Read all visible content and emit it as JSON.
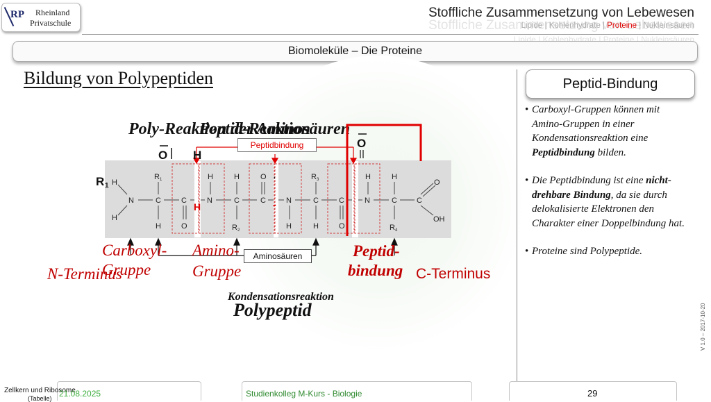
{
  "logo": {
    "initials": "RP",
    "name_line1": "Rheinland",
    "name_line2": "Privatschule"
  },
  "header": {
    "title": "Stoffliche Zusammensetzung von Lebewesen",
    "nav": [
      "Lipide",
      "Kohlenhydrate",
      "Proteine",
      "Nukleinsäuren"
    ],
    "nav_active": "Proteine",
    "separator": " | "
  },
  "banner": {
    "label": "Biomoleküle – Die Proteine"
  },
  "slide": {
    "heading": "Bildung von Polypeptiden",
    "overlap_title_a": "Poly-Reaktion der Aminosäuren",
    "overlap_title_b": "Peptid-Reaktion",
    "peptidbindung_tag": "Peptidbindung",
    "aminosaeuren_tag": "Aminosäuren",
    "red_h": "H",
    "red_dash": "-",
    "fragment_O": "O",
    "fragment_H": "H",
    "fragment_R1": "R",
    "fragment_R1_sub": "1",
    "labels": {
      "carboxyl": "Carboxyl-",
      "gruppe1": "Gruppe",
      "amino": "Amino-",
      "gruppe2": "Gruppe",
      "peptid": "Peptid-",
      "bindung": "bindung",
      "n_terminus": "N-Terminus",
      "c_terminus": "C-Terminus",
      "kondensation": "Kondensationsreaktion",
      "polypeptid": "Polypeptid"
    },
    "molecule": {
      "atoms": {
        "N": "N",
        "C": "C",
        "H": "H",
        "O": "O",
        "OH": "OH",
        "R1": "R",
        "R2": "R",
        "R3": "R",
        "R4": "R"
      },
      "subs": {
        "s1": "1",
        "s2": "2",
        "s3": "3",
        "s4": "4"
      }
    }
  },
  "panel": {
    "title": "Peptid-Bindung",
    "bullets": [
      {
        "pre": "Carboxyl-Gruppen können mit Amino-Gruppen in einer Kondensationsreaktion eine ",
        "bold": "Peptidbindung",
        "post": " bilden."
      },
      {
        "pre": "Die Peptidbindung ist eine ",
        "bold": "nicht-drehbare Bindung",
        "post": ", da sie durch delokalisierte Elektronen den Charakter einer Doppelbindung hat."
      },
      {
        "pre": "Proteine sind Polypeptide.",
        "bold": "",
        "post": ""
      }
    ]
  },
  "footer": {
    "topic": "Zellkern und Ribosome",
    "topic2": "(Tabelle)",
    "date": "21.08.2025",
    "course": "Studienkolleg M-Kurs - Biologie",
    "page": "29",
    "version": "V 1.0 – 2017-10-20"
  },
  "colors": {
    "accent_red": "#c00000",
    "nav_active": "#dd0000",
    "date": "#3fae3f",
    "course": "#2f8a2f"
  }
}
